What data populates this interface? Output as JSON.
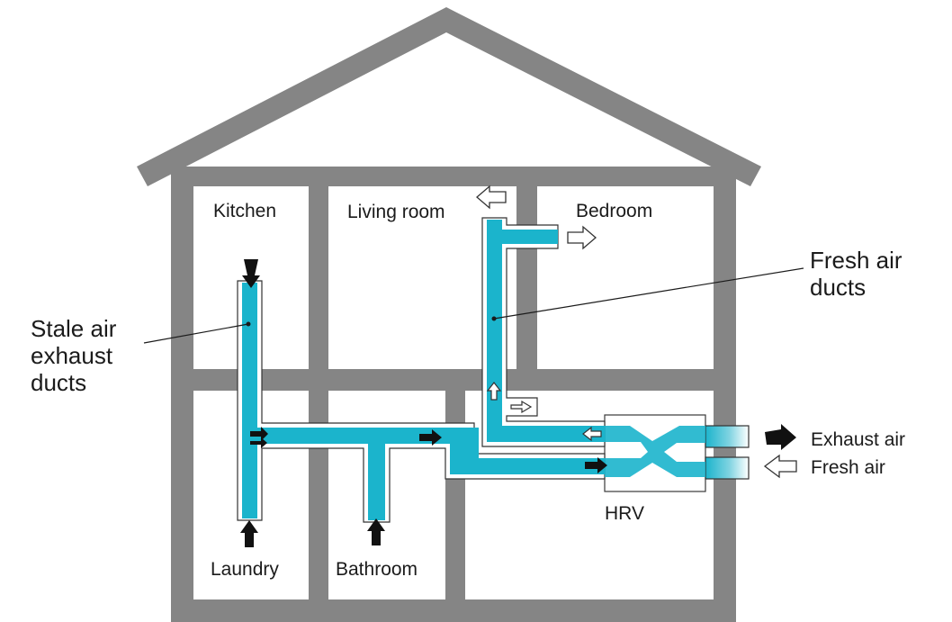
{
  "diagram": {
    "rooms": {
      "kitchen": "Kitchen",
      "living_room": "Living room",
      "bedroom": "Bedroom",
      "laundry": "Laundry",
      "bathroom": "Bathroom"
    },
    "hrv_label": "HRV",
    "callouts": {
      "stale_air": [
        "Stale air",
        "exhaust",
        "ducts"
      ],
      "fresh_air": [
        "Fresh air",
        "ducts"
      ]
    },
    "outside": {
      "exhaust_air": "Exhaust air",
      "fresh_air": "Fresh air"
    },
    "colors": {
      "house_frame": "#858585",
      "duct_fill": "#1bb4cc",
      "duct_outline": "#333333",
      "arrow_dark": "#111111",
      "text": "#1b1b1b"
    }
  }
}
